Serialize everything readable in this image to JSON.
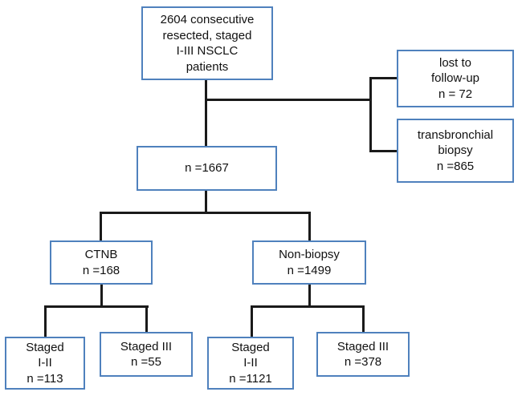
{
  "colors": {
    "box_border": "#4f81bd",
    "connector": "#1a1a1a"
  },
  "boxes": {
    "root": "2604 consecutive\nresected, staged\nI-III NSCLC\npatients",
    "lost_to_followup": "lost to\nfollow-up\nn = 72",
    "transbronchial_biopsy": "transbronchial\nbiopsy\nn =865",
    "n1667": "n =1667",
    "ctnb": "CTNB\nn =168",
    "non_biopsy": "Non-biopsy\nn =1499",
    "ctnb_staged_1_2": "Staged\nI-II\nn =113",
    "ctnb_staged_3": "Staged III\nn =55",
    "nonbiopsy_staged_1_2": "Staged\nI-II\nn =1121",
    "nonbiopsy_staged_3": "Staged III\nn =378"
  }
}
